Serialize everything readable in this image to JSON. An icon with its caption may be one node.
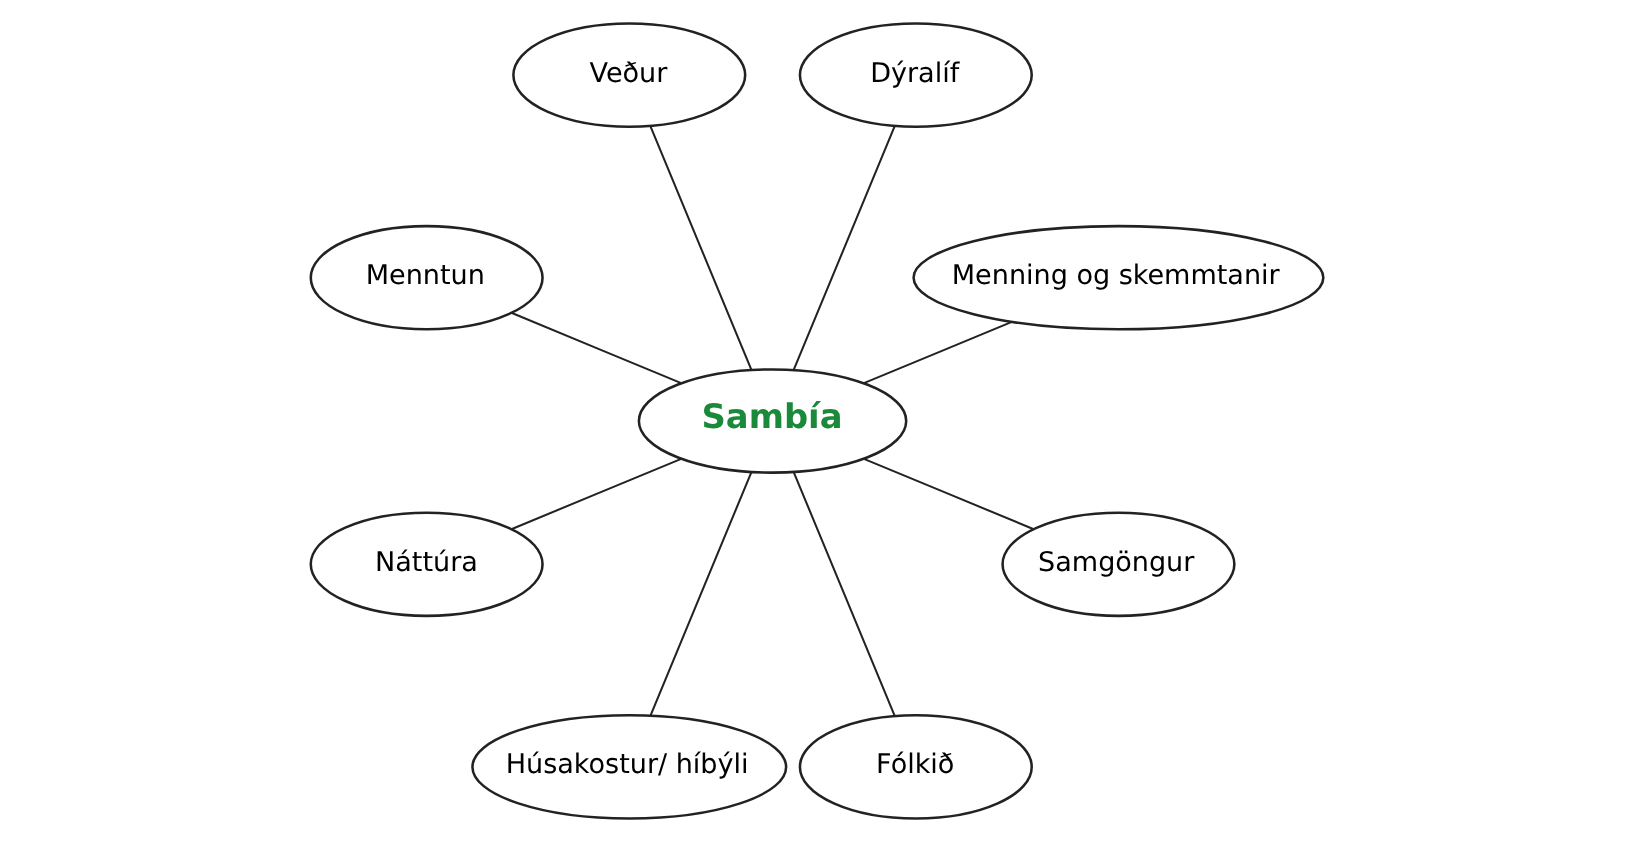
{
  "diagram": {
    "nodes": [
      {
        "text": [
          "Menning og skemmtanir"
        ]
      },
      {
        "text": [
          "Dýralíf"
        ]
      },
      {
        "text": [
          "Veður"
        ]
      },
      {
        "text": [
          "Menntun"
        ]
      },
      {
        "text": [
          "Sambía"
        ]
      },
      {
        "text": [
          "Náttúra"
        ]
      },
      {
        "text": [
          "Húsakostur/ híbýli"
        ]
      },
      {
        "text": [
          "Fólkið"
        ]
      },
      {
        "text": [
          "Samgöngur"
        ]
      }
    ],
    "edges": [
      {
        "from": 4,
        "to": 0,
        "arrow": "none"
      },
      {
        "from": 4,
        "to": 1,
        "arrow": "none"
      },
      {
        "from": 4,
        "to": 2,
        "arrow": "none"
      },
      {
        "from": 4,
        "to": 3,
        "arrow": "none"
      },
      {
        "from": 4,
        "to": 5,
        "arrow": "none"
      },
      {
        "from": 4,
        "to": 6,
        "arrow": "none"
      },
      {
        "from": 4,
        "to": 7,
        "arrow": "none"
      },
      {
        "from": 4,
        "to": 8,
        "arrow": "none"
      }
    ]
  }
}
